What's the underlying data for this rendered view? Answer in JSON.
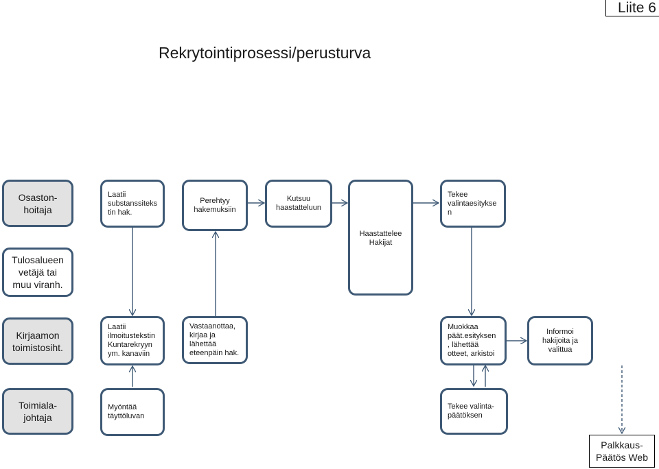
{
  "liite": "Liite 6",
  "title": "Rekrytointiprosessi/perusturva",
  "roles": {
    "osastonhoitaja": [
      "Osaston-",
      "hoitaja"
    ],
    "tulosalue": [
      "Tulosalueen",
      "vetäjä tai",
      "muu viranh."
    ],
    "kirjaamo": [
      "Kirjaamon",
      "toimistosiht."
    ],
    "toimiala": [
      "Toimiala-",
      "johtaja"
    ]
  },
  "steps": {
    "laatii_subst": [
      "Laatii",
      "substanssiteks",
      "tin hak."
    ],
    "perehtyy": [
      "Perehtyy",
      "hakemuksiin"
    ],
    "kutsuu": [
      "Kutsuu",
      "haastatteluun"
    ],
    "haastattelee": [
      "Haastattelee",
      "Hakijat"
    ],
    "tekee_esitys": [
      "Tekee",
      "valintaesitykse",
      "n"
    ],
    "laatii_ilmo": [
      "Laatii",
      "ilmoitustekstin",
      "Kuntarekryyn",
      "ym. kanaviin"
    ],
    "vastaanottaa": [
      "Vastaanottaa,",
      "kirjaa ja",
      "lähettää",
      "eteenpäin hak."
    ],
    "muokkaa": [
      "Muokkaa",
      "päät.esityksen",
      ", lähettää",
      "otteet, arkistoi"
    ],
    "informoi": [
      "Informoi",
      "hakijoita ja",
      "valittua"
    ],
    "myontaa": [
      "Myöntää",
      "täyttöluvan"
    ],
    "tekee_paatos": [
      "Tekee valinta-",
      "päätöksen"
    ]
  },
  "palkkaus": [
    "Palkkaus-",
    "Päätös Web"
  ]
}
